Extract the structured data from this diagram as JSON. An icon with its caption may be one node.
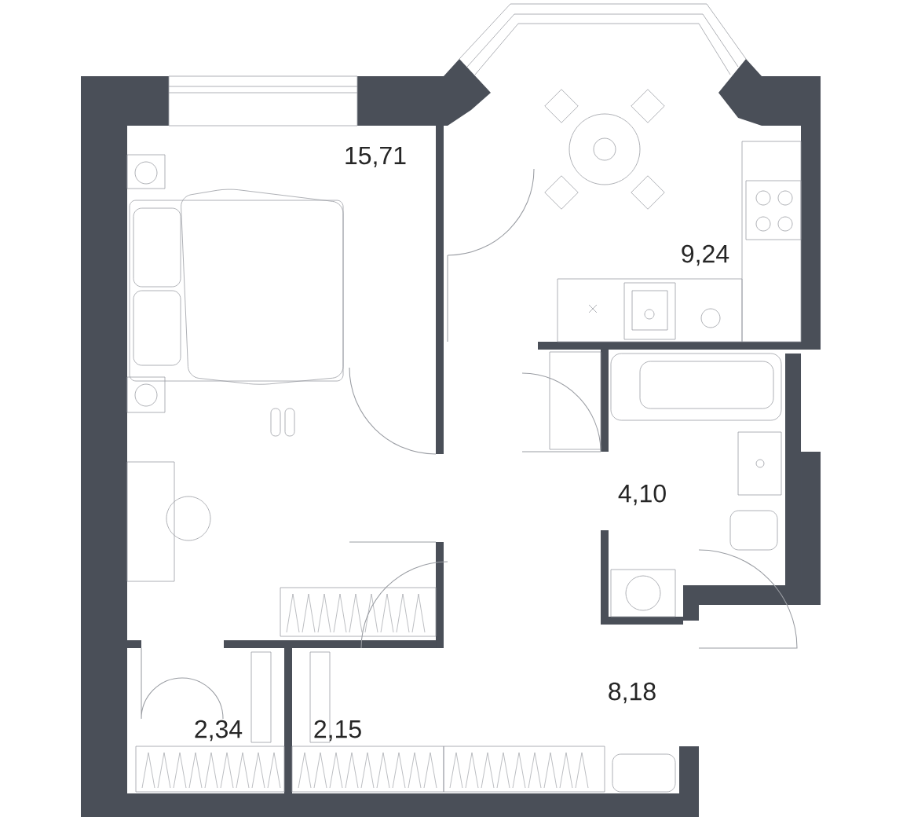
{
  "diagram": {
    "labels": [
      "15,71",
      "9,24",
      "4,10",
      "8,18",
      "2,34",
      "2,15"
    ]
  }
}
